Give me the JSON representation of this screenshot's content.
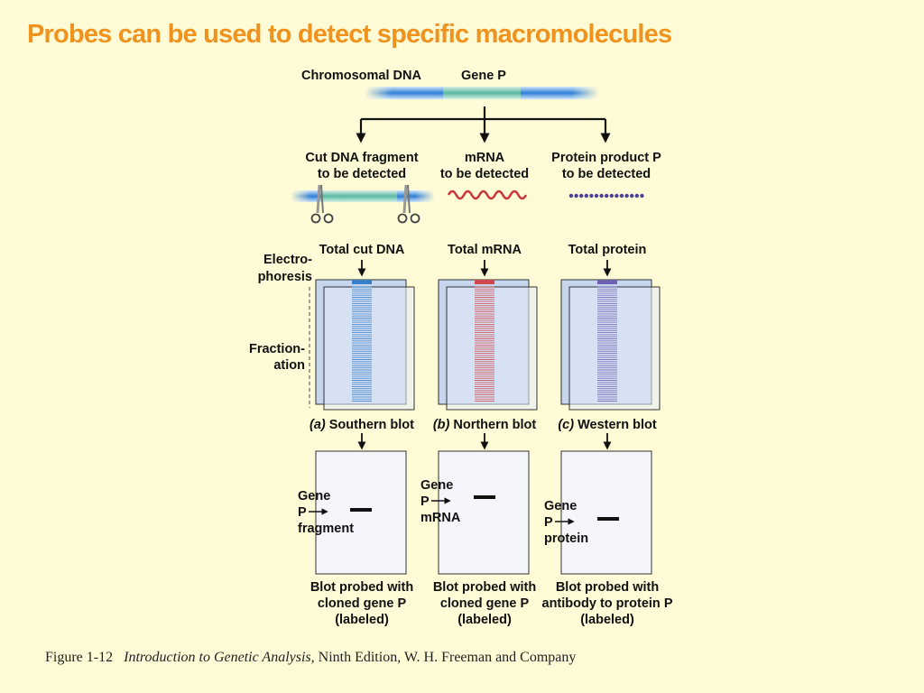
{
  "title": "Probes can be used to detect specific macromolecules",
  "top": {
    "chromosomal_dna": "Chromosomal DNA",
    "gene_p": "Gene P"
  },
  "branches": [
    {
      "line1": "Cut DNA fragment",
      "line2": "to be detected"
    },
    {
      "line1": "mRNA",
      "line2": "to be detected"
    },
    {
      "line1": "Protein product P",
      "line2": "to be detected"
    }
  ],
  "side_labels": {
    "electro1": "Electro-",
    "electro2": "phoresis",
    "fraction1": "Fraction-",
    "fraction2": "ation"
  },
  "gels": [
    {
      "header": "Total cut DNA",
      "band_color": "#3a7fc8",
      "letter": "(a)",
      "blot": "Southern blot"
    },
    {
      "header": "Total mRNA",
      "band_color": "#d0484a",
      "letter": "(b)",
      "blot": "Northern blot"
    },
    {
      "header": "Total protein",
      "band_color": "#6e62b0",
      "letter": "(c)",
      "blot": "Western blot"
    }
  ],
  "blots": [
    {
      "gene1": "Gene",
      "gene2": "P",
      "gene3": "fragment",
      "probe1": "Blot probed with",
      "probe2": "cloned gene P",
      "probe3": "(labeled)"
    },
    {
      "gene1": "Gene",
      "gene2": "P",
      "gene3": "mRNA",
      "probe1": "Blot probed with",
      "probe2": "cloned gene P",
      "probe3": "(labeled)"
    },
    {
      "gene1": "Gene",
      "gene2": "P",
      "gene3": "protein",
      "probe1": "Blot probed with",
      "probe2": "antibody to protein P",
      "probe3": "(labeled)"
    }
  ],
  "caption": {
    "fig": "Figure 1-12",
    "book": "Introduction to Genetic Analysis",
    "rest": ", Ninth Edition, W. H. Freeman and Company"
  }
}
